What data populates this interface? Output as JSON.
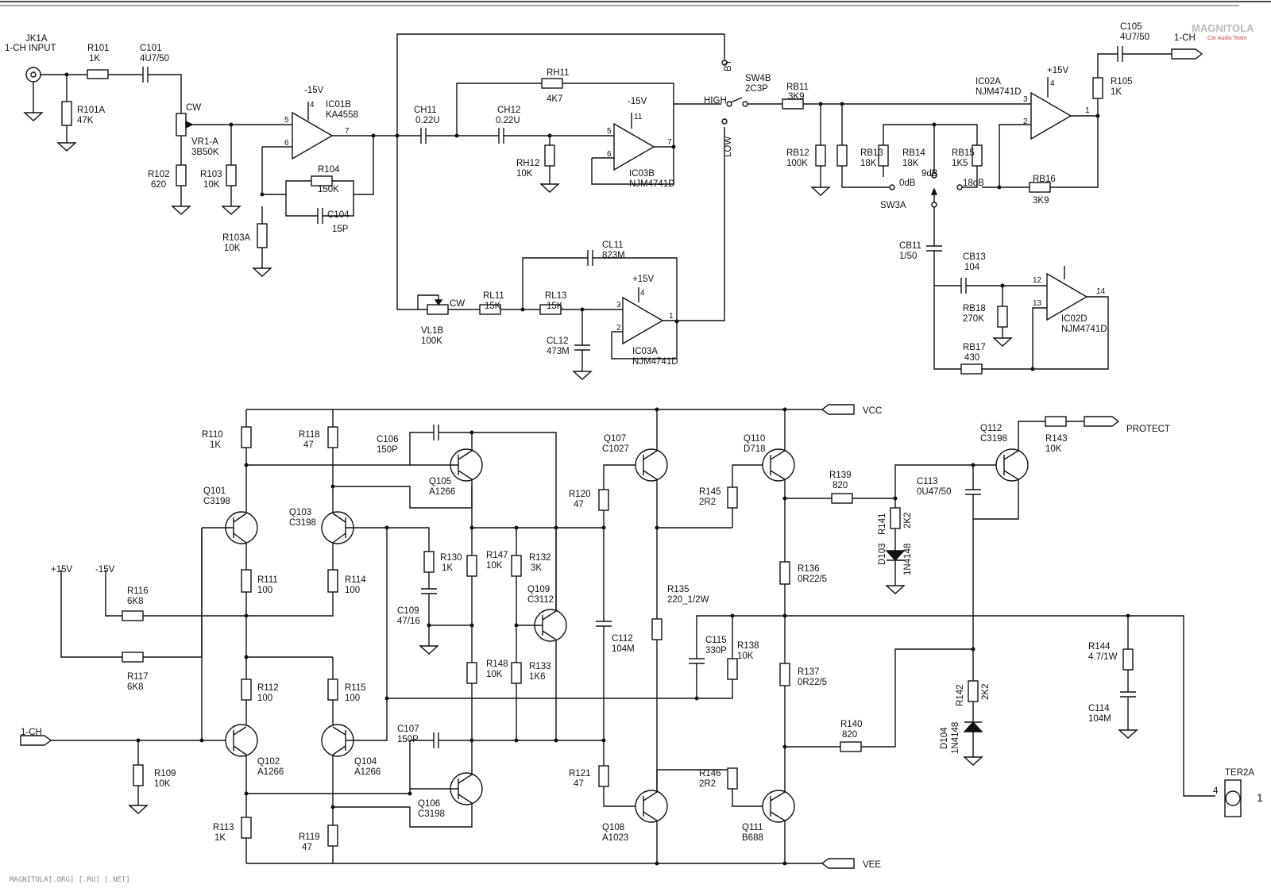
{
  "title": "",
  "watermark_bottom": "MAGNITOLA[.ORG] [.RU] [.NET]",
  "logo": {
    "main": "MAGNITOLA",
    "sub": "Car Audio Team"
  },
  "labels": {
    "jk1a": "JK1A",
    "jk1a_desc": "1-CH INPUT",
    "r101": "R101",
    "r101_v": "1K",
    "c101": "C101",
    "c101_v": "4U7/50",
    "r101a": "R101A",
    "r101a_v": "47K",
    "cw1": "CW",
    "vr1a": "VR1-A",
    "vr1a_v": "3B50K",
    "r102": "R102",
    "r102_v": "620",
    "r103": "R103",
    "r103_v": "10K",
    "r103a": "R103A",
    "r103a_v": "10K",
    "ic01b": "IC01B",
    "ic01b_v": "KA4558",
    "m15_1": "-15V",
    "r104": "R104",
    "r104_v": "150K",
    "c104": "C104",
    "c104_v": "15P",
    "ch11": "CH11",
    "ch11_v": "0.22U",
    "ch12": "CH12",
    "ch12_v": "0.22U",
    "rh11": "RH11",
    "rh11_v": "4K7",
    "rh12": "RH12",
    "rh12_v": "10K",
    "ic03b": "IC03B",
    "ic03b_v": "NJM4741D",
    "m15_2": "-15V",
    "sw4b": "SW4B",
    "sw4b_v": "2C3P",
    "by": "BY",
    "high": "HIGH",
    "low": "LOW",
    "cl11": "CL11",
    "cl11_v": "823M",
    "vl1b": "VL1B",
    "vl1b_v": "100K",
    "cw2": "CW",
    "rl11": "RL11",
    "rl11_v": "15K",
    "rl13": "RL13",
    "rl13_v": "15K",
    "cl12": "CL12",
    "cl12_v": "473M",
    "ic03a": "IC03A",
    "ic03a_v": "NJM4741D",
    "p15_1": "+15V",
    "rb11": "RB11",
    "rb11_v": "3K9",
    "rb12": "RB12",
    "rb12_v": "100K",
    "rb13": "RB13",
    "rb13_v": "18K",
    "rb14": "RB14",
    "rb14_v": "18K",
    "rb15": "RB15",
    "rb15_v": "1K5",
    "rb16": "RB16",
    "rb16_v": "3K9",
    "sw3a": "SW3A",
    "db0": "0dB",
    "db9": "9dB",
    "db18": "18dB",
    "ic02a": "IC02A",
    "ic02a_v": "NJM4741D",
    "p15_2": "+15V",
    "c105": "C105",
    "c105_v": "4U7/50",
    "out1ch": "1-CH",
    "r105": "R105",
    "r105_v": "1K",
    "cb11": "CB11",
    "cb11_v": "1/50",
    "cb13": "CB13",
    "cb13_v": "104",
    "rb18": "RB18",
    "rb18_v": "270K",
    "rb17": "RB17",
    "rb17_v": "430",
    "ic02d": "IC02D",
    "ic02d_v": "NJM4741D",
    "vcc": "VCC",
    "vee": "VEE",
    "protect": "PROTECT",
    "r110": "R110",
    "r110_v": "1K",
    "r118": "R118",
    "r118_v": "47",
    "c106": "C106",
    "c106_v": "150P",
    "q105": "Q105",
    "q105_v": "A1266",
    "q107": "Q107",
    "q107_v": "C1027",
    "q110": "Q110",
    "q110_v": "D718",
    "q112": "Q112",
    "q112_v": "C3198",
    "r143": "R143",
    "r143_v": "10K",
    "q101": "Q101",
    "q101_v": "C3198",
    "q103": "Q103",
    "q103_v": "C3198",
    "r120": "R120",
    "r120_v": "47",
    "r145": "R145",
    "r145_v": "2R2",
    "r139": "R139",
    "r139_v": "820",
    "c113": "C113",
    "c113_v": "0U47/50",
    "r141": "R141",
    "r141_v": "2K2",
    "d103": "D103",
    "d103_v": "1N4148",
    "r130": "R130",
    "r130_v": "1K",
    "r147": "R147",
    "r147_v": "10K",
    "r132": "R132",
    "r132_v": "3K",
    "q109": "Q109",
    "q109_v": "C3112",
    "r136": "R136",
    "r136_v": "0R22/5",
    "p15_3": "+15V",
    "m15_3": "-15V",
    "r116": "R116",
    "r116_v": "6K8",
    "r111": "R111",
    "r111_v": "100",
    "r114": "R114",
    "r114_v": "100",
    "c109": "C109",
    "c109_v": "47/16",
    "r135": "R135",
    "r135_v": "220_1/2W",
    "c112": "C112",
    "c112_v": "104M",
    "c115": "C115",
    "c115_v": "330P",
    "r138": "R138",
    "r138_v": "10K",
    "r144": "R144",
    "r144_v": "4.7/1W",
    "r117": "R117",
    "r117_v": "6K8",
    "r112": "R112",
    "r112_v": "100",
    "r115": "R115",
    "r115_v": "100",
    "r148": "R148",
    "r148_v": "10K",
    "r133": "R133",
    "r133_v": "1K6",
    "r137": "R137",
    "r137_v": "0R22/5",
    "r142": "R142",
    "r142_v": "2K2",
    "c114": "C114",
    "c114_v": "104M",
    "in1ch": "1-CH",
    "c107": "C107",
    "c107_v": "150P",
    "r140": "R140",
    "r140_v": "820",
    "d104": "D104",
    "d104_v": "1N4148",
    "q102": "Q102",
    "q102_v": "A1266",
    "q104": "Q104",
    "q104_v": "A1266",
    "r109": "R109",
    "r109_v": "10K",
    "q106": "Q106",
    "q106_v": "C3198",
    "r121": "R121",
    "r121_v": "47",
    "r146": "R146",
    "r146_v": "2R2",
    "ter2a": "TER2A",
    "ter_pin": "4",
    "ter_num": "1",
    "r113": "R113",
    "r113_v": "1K",
    "r119": "R119",
    "r119_v": "47",
    "q108": "Q108",
    "q108_v": "A1023",
    "q111": "Q111",
    "q111_v": "B688",
    "pin5a": "5",
    "pin6a": "6",
    "pin7a": "7",
    "pin4a": "4",
    "pin5b": "5",
    "pin6b": "6",
    "pin7b": "7",
    "pin11b": "11",
    "pin3c": "3",
    "pin2c": "2",
    "pin1c": "1",
    "pin4c": "4",
    "pin3d": "3",
    "pin2d": "2",
    "pin1d": "1",
    "pin4d": "4",
    "pin12e": "12",
    "pin13e": "13",
    "pin14e": "14"
  }
}
